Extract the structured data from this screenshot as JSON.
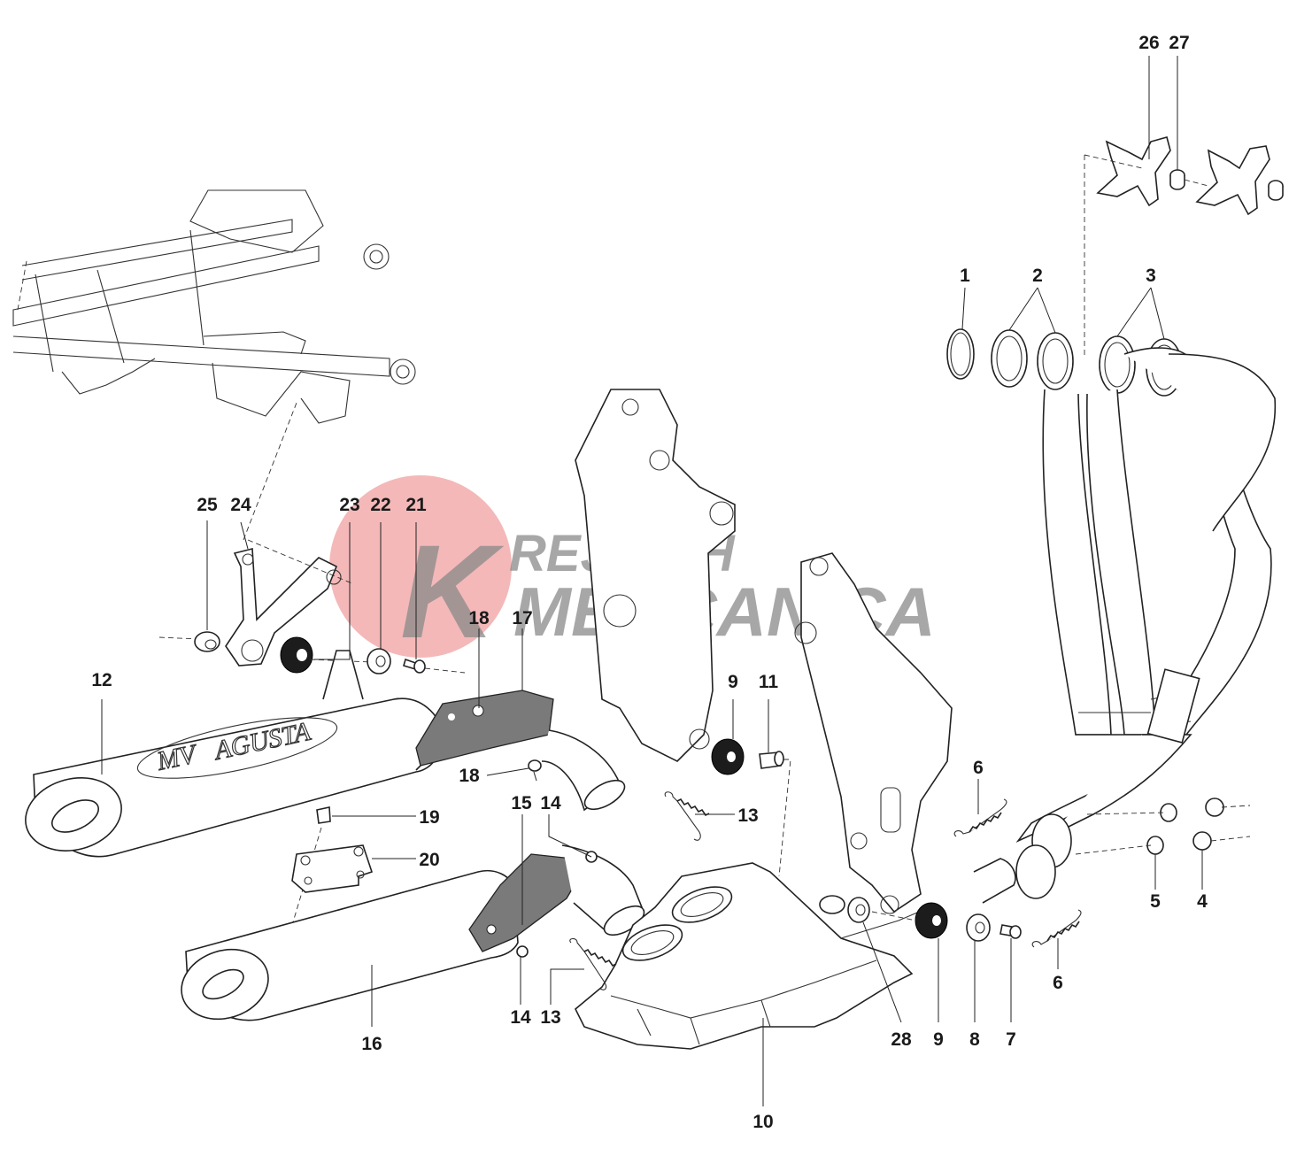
{
  "watermark": {
    "line1": "REJBICH",
    "line2": "MECCANICA",
    "letter": "K",
    "circle_color": "#f0a0a0",
    "text_color": "#8a8a8a"
  },
  "muffler_logo": {
    "brand": "AGUSTA",
    "mark": "MV"
  },
  "callouts": {
    "c1": "1",
    "c2": "2",
    "c3": "3",
    "c4": "4",
    "c5": "5",
    "c6a": "6",
    "c6b": "6",
    "c7": "7",
    "c8": "8",
    "c9a": "9",
    "c9b": "9",
    "c10": "10",
    "c11": "11",
    "c12": "12",
    "c13a": "13",
    "c13b": "13",
    "c14a": "14",
    "c14b": "14",
    "c15": "15",
    "c16": "16",
    "c17": "17",
    "c18a": "18",
    "c18b": "18",
    "c19": "19",
    "c20": "20",
    "c21": "21",
    "c22": "22",
    "c23": "23",
    "c24": "24",
    "c25": "25",
    "c26": "26",
    "c27": "27",
    "c28": "28"
  }
}
